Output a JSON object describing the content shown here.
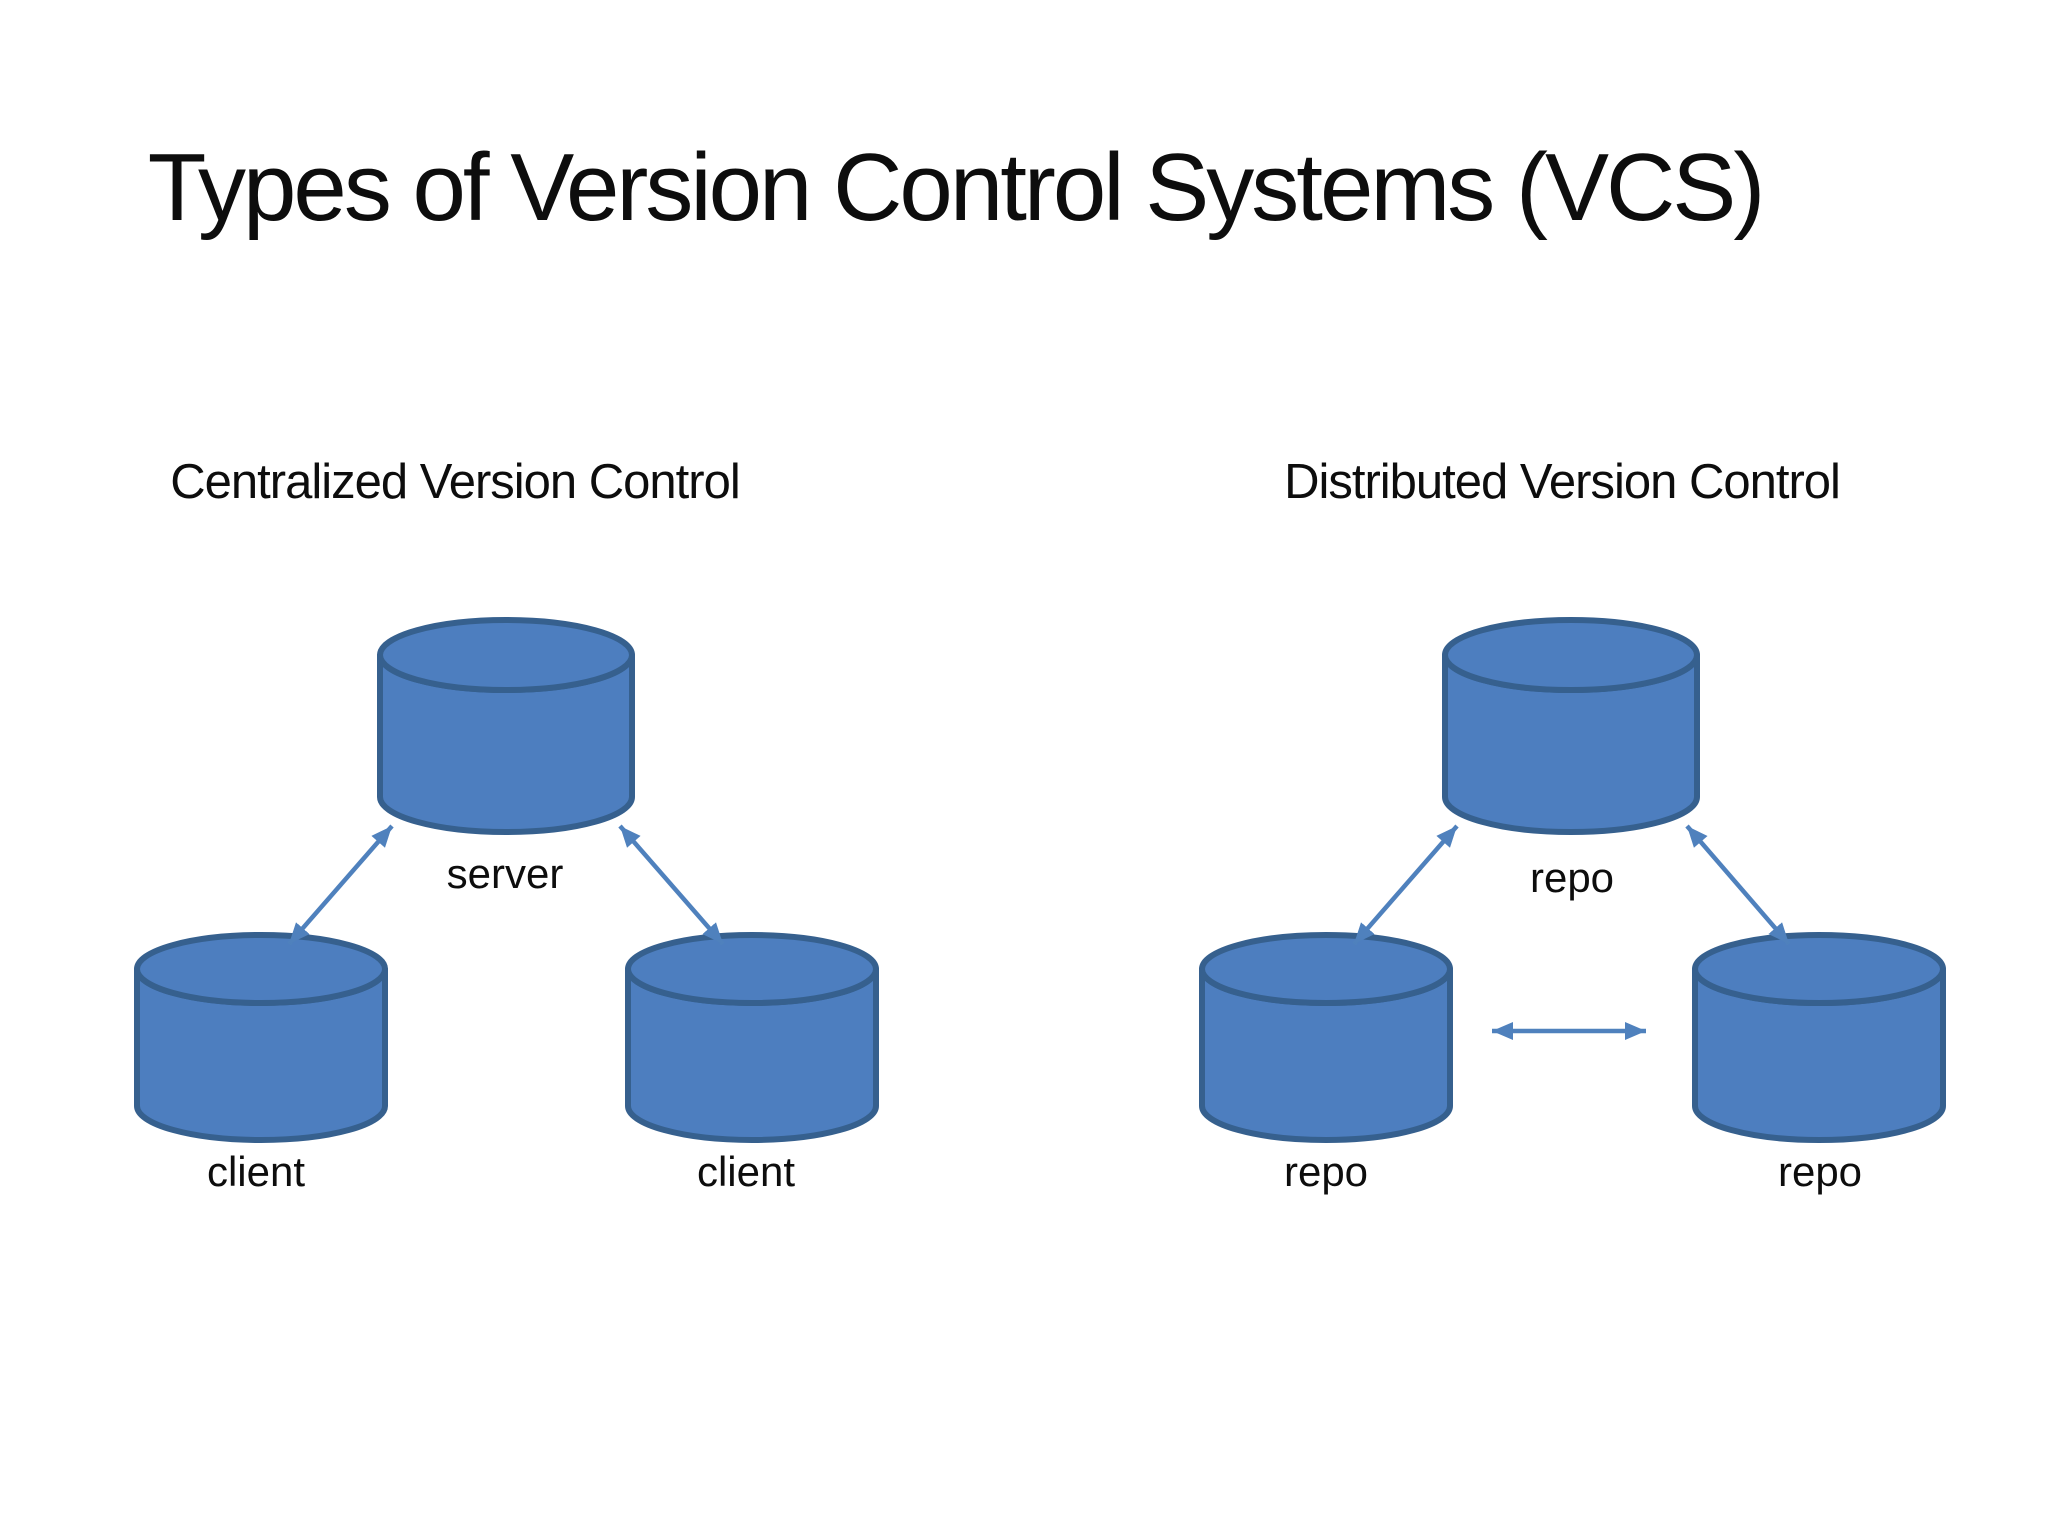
{
  "slide": {
    "title": "Types of Version Control Systems (VCS)",
    "colors": {
      "background": "#ffffff",
      "cylinder_fill": "#4d7ebf",
      "cylinder_stroke": "#36608e",
      "arrow": "#4f81bd",
      "text": "#0d0d0d"
    },
    "centralized": {
      "subtitle": "Centralized Version Control",
      "server_label": "server",
      "client_left_label": "client",
      "client_right_label": "client"
    },
    "distributed": {
      "subtitle": "Distributed Version Control",
      "repo_top_label": "repo",
      "repo_left_label": "repo",
      "repo_right_label": "repo"
    }
  }
}
